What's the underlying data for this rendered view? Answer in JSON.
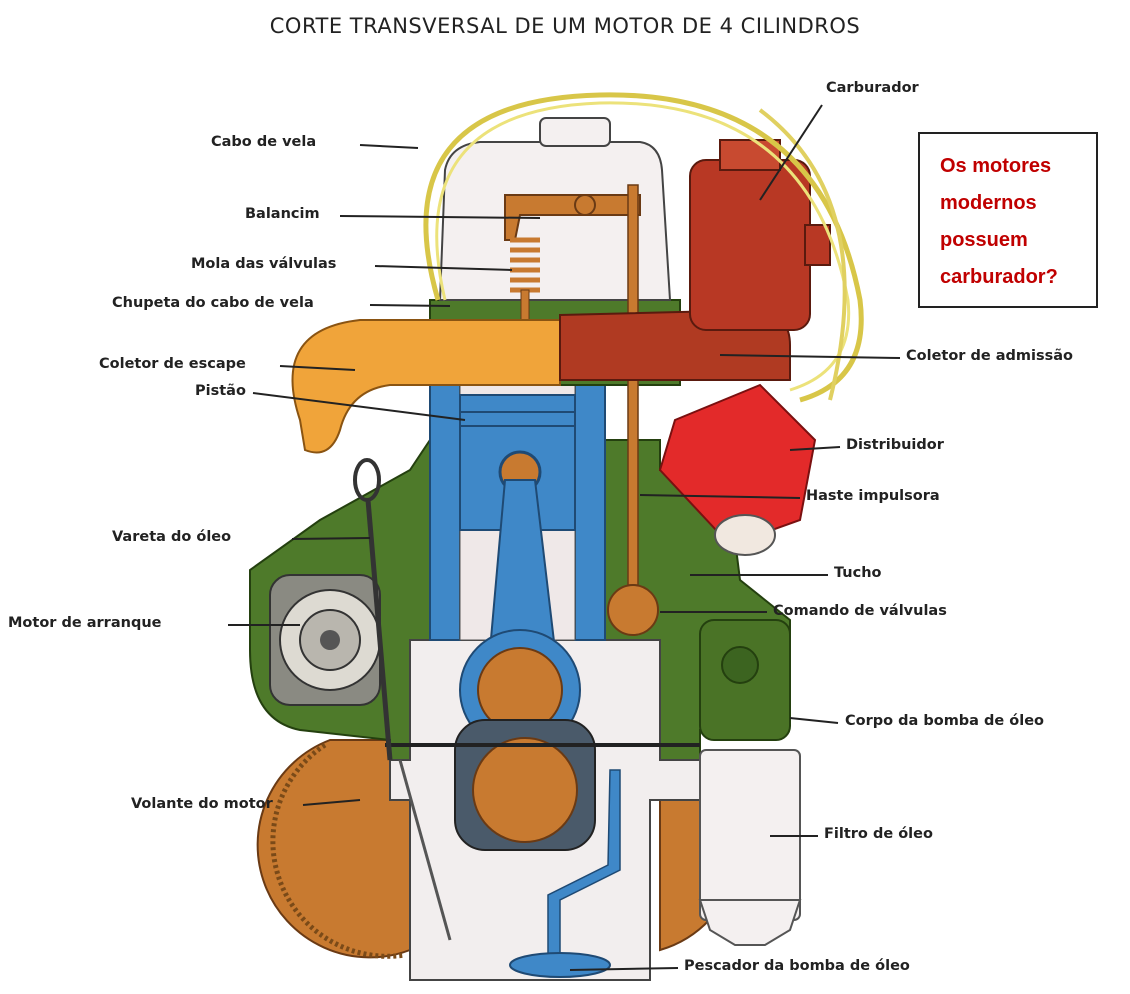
{
  "title": "CORTE TRANSVERSAL DE UM MOTOR DE 4 CILINDROS",
  "labels": {
    "cabo_vela": "Cabo de vela",
    "balancim": "Balancim",
    "mola_valvulas": "Mola das válvulas",
    "chupeta": "Chupeta do cabo de vela",
    "coletor_escape": "Coletor de escape",
    "pistao": "Pistão",
    "vareta_oleo": "Vareta do óleo",
    "motor_arranque": "Motor de arranque",
    "volante": "Volante do motor",
    "carburador": "Carburador",
    "coletor_admissao": "Coletor de admissão",
    "distribuidor": "Distribuidor",
    "haste_impulsora": "Haste impulsora",
    "tucho": "Tucho",
    "comando_valvulas": "Comando de válvulas",
    "corpo_bomba": "Corpo da bomba de óleo",
    "filtro_oleo": "Filtro de óleo",
    "pescador": "Pescador da bomba de óleo"
  },
  "question_lines": [
    "Os motores",
    "modernos",
    "possuem",
    "carburador?"
  ],
  "colors": {
    "block_green": "#4e7a2a",
    "piston_blue": "#3f88c8",
    "exhaust_orange": "#f0a43a",
    "intake_red": "#b03a22",
    "distributor_red": "#e32a2a",
    "question_red": "#c00000",
    "head_cover_white": "#f4f0f0",
    "bronze": "#c87a30"
  }
}
